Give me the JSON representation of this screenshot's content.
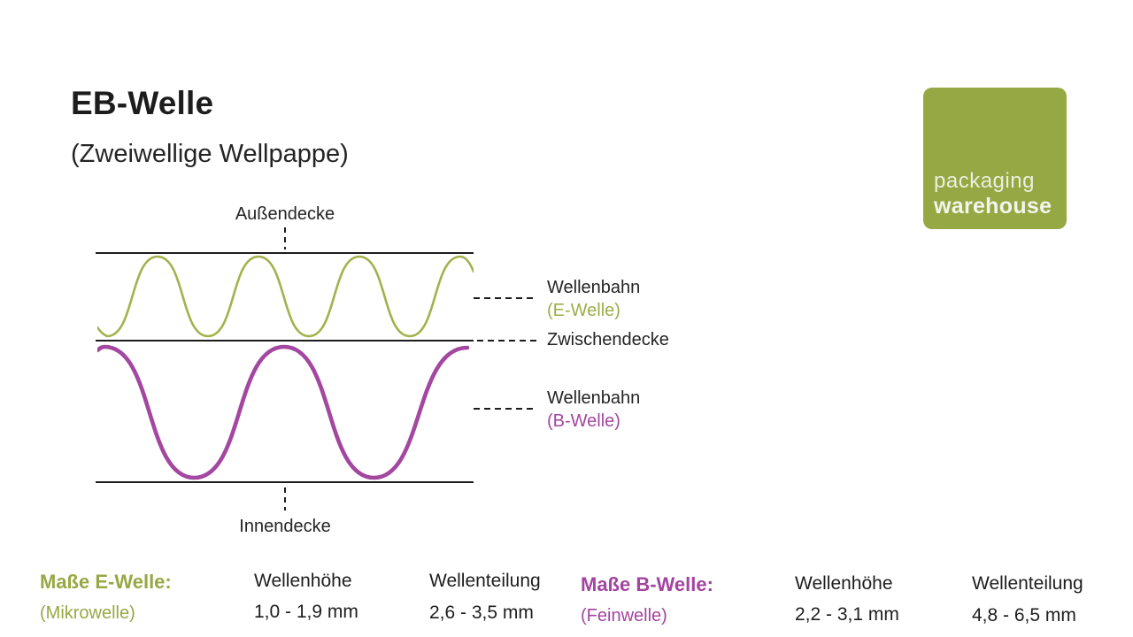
{
  "page": {
    "title": "EB-Welle",
    "subtitle": "(Zweiwellige Wellpappe)"
  },
  "logo": {
    "line1": "packaging",
    "line2": "warehouse"
  },
  "diagram": {
    "outer_liner_label": "Außendecke",
    "inner_liner_label": "Innendecke",
    "middle_liner_label": "Zwischendecke",
    "e_flute": {
      "label": "Wellenbahn",
      "sublabel": "(E-Welle)"
    },
    "b_flute": {
      "label": "Wellenbahn",
      "sublabel": "(B-Welle)"
    }
  },
  "specs": [
    {
      "name": "Maße E-Welle:",
      "alias": "(Mikrowelle)",
      "height_label": "Wellenhöhe",
      "height_value": "1,0 - 1,9 mm",
      "pitch_label": "Wellenteilung",
      "pitch_value": "2,6 - 3,5 mm"
    },
    {
      "name": "Maße B-Welle:",
      "alias": "(Feinwelle)",
      "height_label": "Wellenhöhe",
      "height_value": "2,2 - 3,1 mm",
      "pitch_label": "Wellenteilung",
      "pitch_value": "4,8 - 6,5 mm"
    }
  ],
  "colors": {
    "accent_green": "#97a843",
    "wave_green": "#a3b14b",
    "accent_purple": "#a344a0",
    "wave_purple": "#a347a0",
    "logo_background": "#96a843",
    "line_black": "#1c1c1c",
    "text": "#2b2b2b",
    "background": "#ffffff"
  }
}
